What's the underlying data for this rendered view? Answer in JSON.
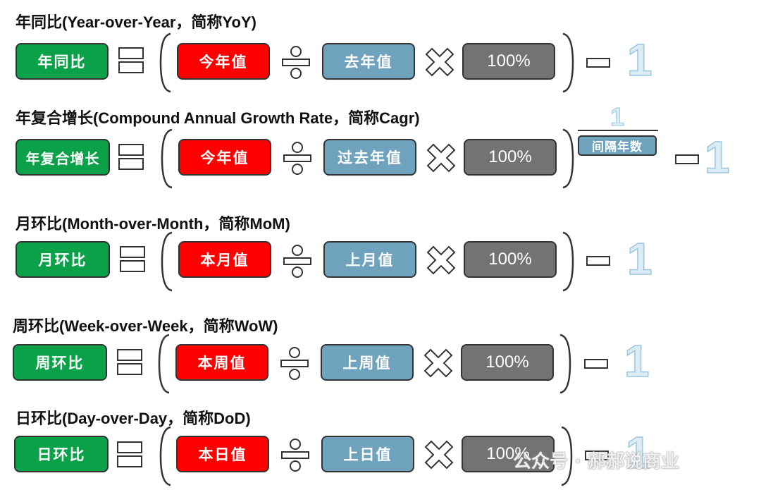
{
  "sections": [
    {
      "title": "年同比(Year-over-Year，简称YoY)",
      "metric": "年同比",
      "current": "今年值",
      "previous": "去年值",
      "multiplier": "100%",
      "minus_one": "1"
    },
    {
      "title": "年复合增长(Compound Annual Growth Rate，简称Cagr)",
      "metric": "年复合增长",
      "current": "今年值",
      "previous": "过去年值",
      "multiplier": "100%",
      "exponent_numerator": "1",
      "exponent_denominator": "间隔年数",
      "minus_one": "1"
    },
    {
      "title": "月环比(Month-over-Month，简称MoM)",
      "metric": "月环比",
      "current": "本月值",
      "previous": "上月值",
      "multiplier": "100%",
      "minus_one": "1"
    },
    {
      "title": "周环比(Week-over-Week，简称WoW)",
      "metric": "周环比",
      "current": "本周值",
      "previous": "上周值",
      "multiplier": "100%",
      "minus_one": "1"
    },
    {
      "title": "日环比(Day-over-Day，简称DoD)",
      "metric": "日环比",
      "current": "本日值",
      "previous": "上日值",
      "multiplier": "100%",
      "minus_one": "1"
    }
  ],
  "watermark": "公众号 · 郝郝说商业",
  "colors": {
    "metric_box": "#0aa148",
    "current_box": "#ff0000",
    "previous_box": "#6ea2bd",
    "multiplier_box": "#737373"
  }
}
